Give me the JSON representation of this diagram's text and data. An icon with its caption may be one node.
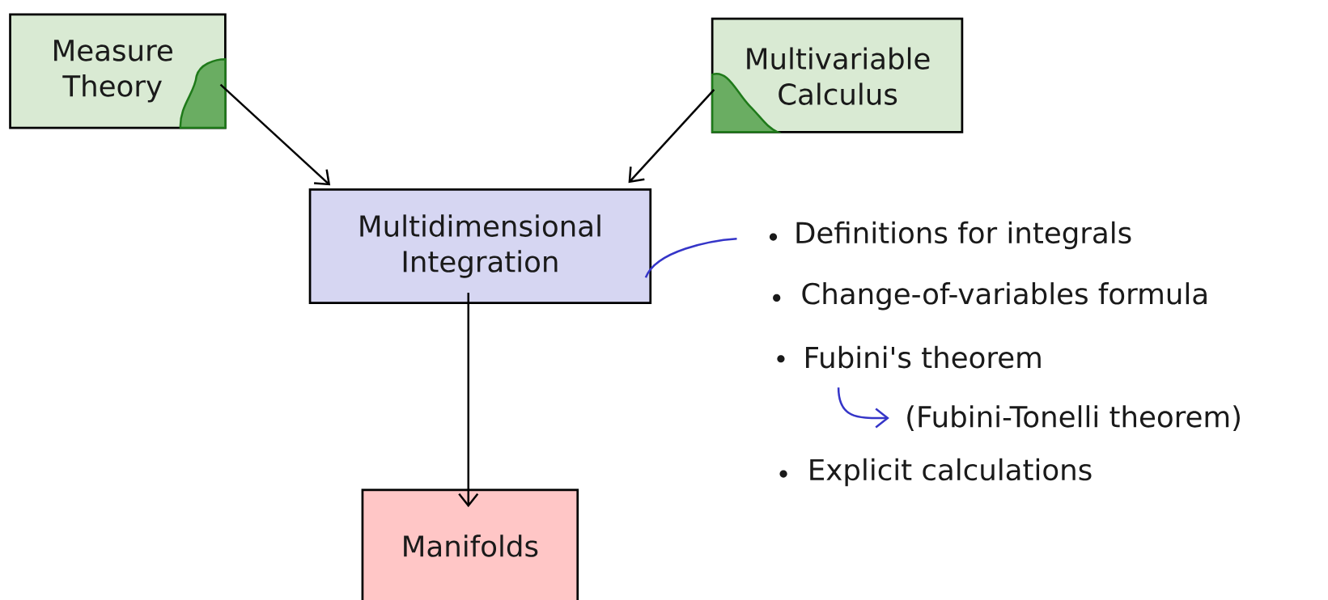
{
  "diagram": {
    "nodes": [
      {
        "text": [
          "Measure Theory"
        ]
      },
      {
        "text": [
          "Multivariable Calculus"
        ]
      },
      {
        "text": [
          "Multidimensional Integration"
        ]
      },
      {
        "text": [
          "Manifolds"
        ]
      },
      {
        "text": [
          "Definitions for integrals"
        ]
      },
      {
        "text": [
          "Change-of-variables formula"
        ]
      },
      {
        "text": [
          "Fubini's theorem"
        ]
      },
      {
        "text": [
          "(Fubini-Tonelli theorem)"
        ]
      },
      {
        "text": [
          "Explicit calculations"
        ]
      }
    ],
    "edges": [
      {
        "from": 0,
        "to": 2,
        "arrow": "to"
      },
      {
        "from": 1,
        "to": 2,
        "arrow": "to"
      },
      {
        "from": 2,
        "to": 3,
        "arrow": "to"
      },
      {
        "from": 2,
        "to": 4,
        "arrow": "none",
        "color": "#3535c8"
      },
      {
        "from": 6,
        "to": 7,
        "arrow": "to",
        "color": "#3535c8"
      }
    ]
  }
}
